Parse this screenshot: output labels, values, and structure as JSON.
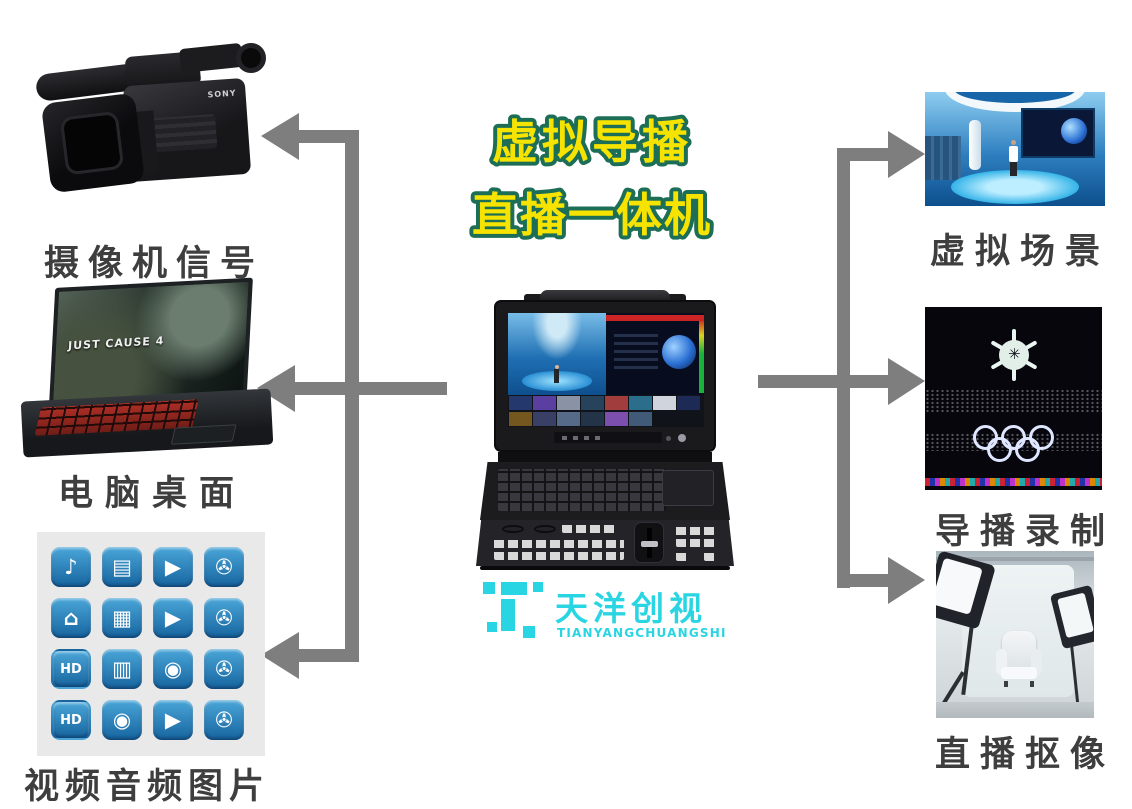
{
  "title": {
    "line1": "虚拟导播",
    "line2": "直播一体机",
    "fill_color": "#f6e400",
    "outline_color": "#1d6e57"
  },
  "inputs": [
    {
      "id": "camera-signal",
      "label": "摄像机信号",
      "figure": "video-camera-photo",
      "brand_text": "SONY"
    },
    {
      "id": "computer-desktop",
      "label": "电脑桌面",
      "figure": "gaming-laptop-photo",
      "screen_text": "JUST CAUSE 4"
    },
    {
      "id": "media-files",
      "label": "视频音频图片",
      "figure": "media-icon-grid",
      "icons": [
        "speaker",
        "film-strip",
        "film-play",
        "movie-camera",
        "home-theater",
        "film-frames",
        "video-play",
        "tripod-camera",
        "hd-monitor",
        "film-cells",
        "round-play",
        "studio-camera",
        "hd-film",
        "film-reel",
        "clip-play",
        "camcorder"
      ]
    }
  ],
  "outputs": [
    {
      "id": "virtual-scene",
      "label": "虚拟场景",
      "figure": "virtual-studio-photo"
    },
    {
      "id": "director-recording",
      "label": "导播录制",
      "figure": "olympics-ceremony-photo"
    },
    {
      "id": "live-keying",
      "label": "直播抠像",
      "figure": "photo-studio-photo"
    }
  ],
  "brand": {
    "name_cn": "天洋创视",
    "name_en": "TIANYANGCHUANGSHI",
    "logo_mark": "tianyang-t-logo",
    "color": "#29d5e2"
  },
  "colors": {
    "arrow": "#7e7e7e",
    "label_text": "#3e3e3e",
    "media_tile_top": "#4aa6d8",
    "media_tile_bottom": "#16649f",
    "media_grid_bg": "#e9e9e9"
  }
}
